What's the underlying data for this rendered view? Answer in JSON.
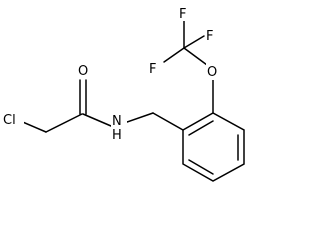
{
  "molecule": {
    "atoms": {
      "cl": "Cl",
      "o_carbonyl": "O",
      "n_amide": "N",
      "h_amide": "H",
      "o_ether": "O",
      "f_top": "F",
      "f_left": "F",
      "f_right": "F"
    }
  }
}
